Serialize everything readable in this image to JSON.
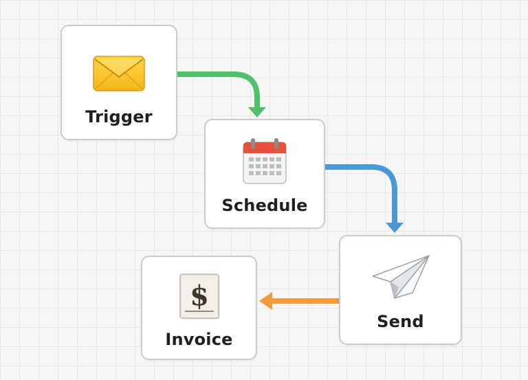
{
  "workflow": {
    "nodes": [
      {
        "id": "trigger",
        "label": "Trigger",
        "icon": "envelope-icon"
      },
      {
        "id": "schedule",
        "label": "Schedule",
        "icon": "calendar-icon"
      },
      {
        "id": "send",
        "label": "Send",
        "icon": "paper-plane-icon"
      },
      {
        "id": "invoice",
        "label": "Invoice",
        "icon": "dollar-document-icon"
      }
    ],
    "connections": [
      {
        "from": "trigger",
        "to": "schedule",
        "color": "#4fc06b"
      },
      {
        "from": "schedule",
        "to": "send",
        "color": "#4a98d6"
      },
      {
        "from": "send",
        "to": "invoice",
        "color": "#f59a3b"
      }
    ]
  },
  "colors": {
    "node_border": "#c7ccd3",
    "background": "#f6f6f5",
    "grid": "#e7e7e5",
    "label_text": "#1f1f1f"
  }
}
